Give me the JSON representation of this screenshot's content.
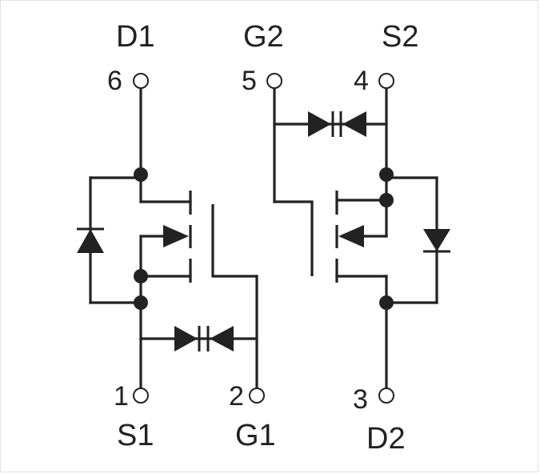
{
  "pins": [
    {
      "name": "D1",
      "number": "6"
    },
    {
      "name": "G2",
      "number": "5"
    },
    {
      "name": "S2",
      "number": "4"
    },
    {
      "name": "S1",
      "number": "1"
    },
    {
      "name": "G1",
      "number": "2"
    },
    {
      "name": "D2",
      "number": "3"
    }
  ],
  "colors": {
    "line": "#222222",
    "background": "#ffffff"
  }
}
